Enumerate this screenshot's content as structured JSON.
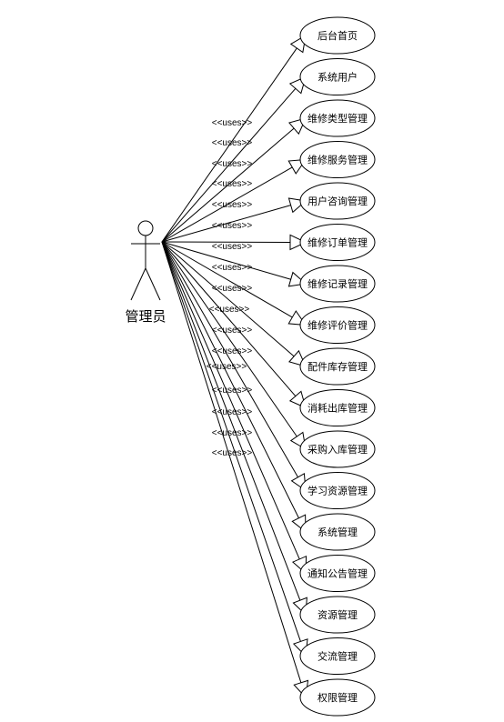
{
  "actor": {
    "name": "管理员"
  },
  "relationship_label": "<<uses>>",
  "use_cases": [
    "后台首页",
    "系统用户",
    "维修类型管理",
    "维修服务管理",
    "用户咨询管理",
    "维修订单管理",
    "维修记录管理",
    "维修评价管理",
    "配件库存管理",
    "消耗出库管理",
    "采购入库管理",
    "学习资源管理",
    "系统管理",
    "通知公告管理",
    "资源管理",
    "交流管理",
    "权限管理"
  ],
  "colors": {
    "line": "#000000",
    "fill": "#ffffff"
  }
}
